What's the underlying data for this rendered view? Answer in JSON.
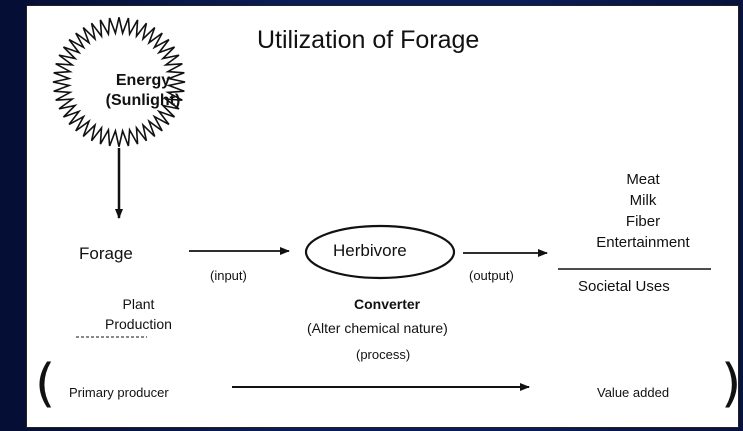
{
  "diagram": {
    "title": "Utilization of Forage",
    "energy": {
      "line1": "Energy",
      "line2": "(Sunlight)"
    },
    "forage": "Forage",
    "plant_production": {
      "line1": "Plant",
      "line2": "Production"
    },
    "input_label": "(input)",
    "herbivore": "Herbivore",
    "output_label": "(output)",
    "converter": "Converter",
    "alter_note": "(Alter chemical nature)",
    "outputs": [
      "Meat",
      "Milk",
      "Fiber",
      "Entertainment"
    ],
    "societal_uses": "Societal Uses",
    "primary_producer": "Primary producer",
    "process_label": "(process)",
    "value_added": "Value added",
    "paren_open": "(",
    "paren_close": ")"
  }
}
